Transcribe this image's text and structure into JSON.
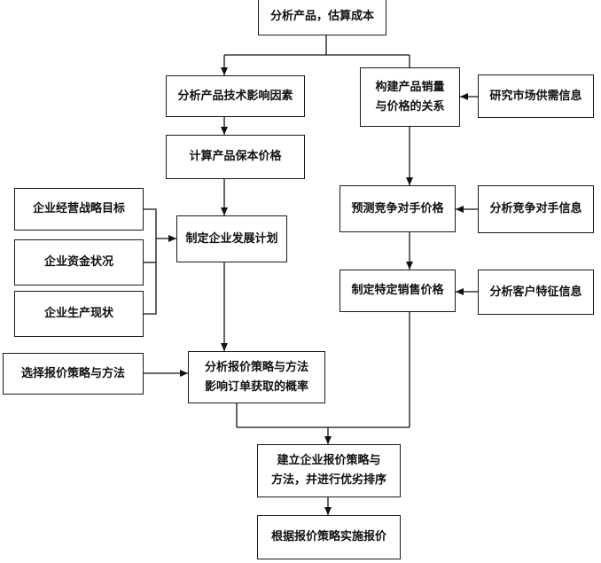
{
  "nodes": {
    "estimate_cost": "分析产品，估算成本",
    "tech_factors": "分析产品技术影响因素",
    "sales_price_relation": "构建产品销量\n与价格的关系",
    "market_info": "研究市场供需信息",
    "calc_breakeven_price": "计算产品保本价格",
    "strategy_goal": "企业经营战略目标",
    "dev_plan": "制定企业发展计划",
    "predict_competitor_price": "预测竞争对手价格",
    "competitor_info": "分析竞争对手信息",
    "funding_status": "企业资金状况",
    "specific_sales_price": "制定特定销售价格",
    "customer_info": "分析客户特征信息",
    "production_status": "企业生产现状",
    "choose_strategy": "选择报价策略与方法",
    "analyze_probability": "分析报价策略与方法\n影响订单获取的概率",
    "build_and_rank": "建立企业报价策略与\n方法，并进行优劣排序",
    "implement_quote": "根据报价策略实施报价"
  }
}
